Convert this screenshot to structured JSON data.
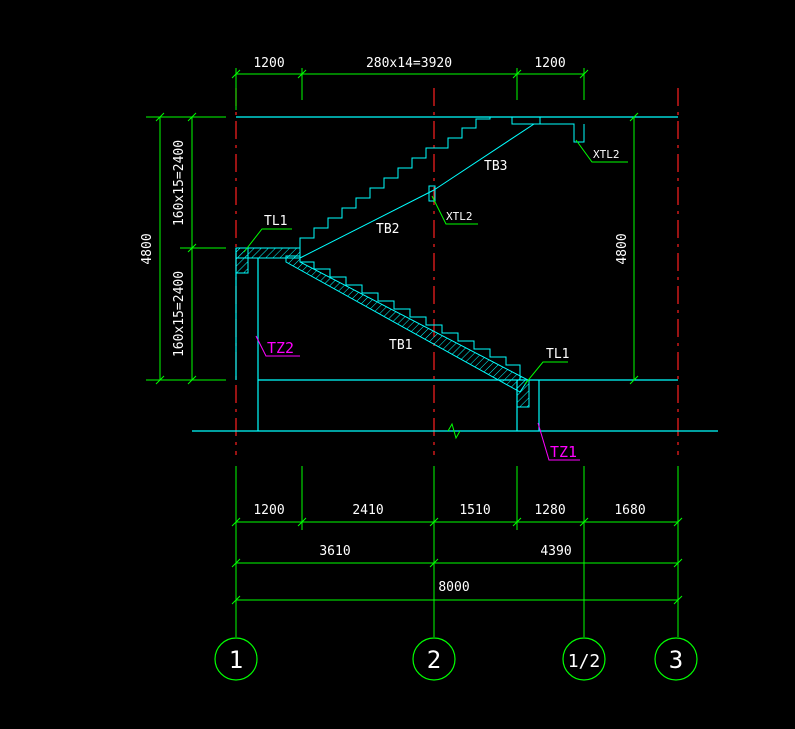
{
  "colors": {
    "background": "#000000",
    "dimension": "#00ff00",
    "structure": "#00ffff",
    "axis": "#ff2020",
    "label": "#ffffff",
    "column_label": "#ff00ff"
  },
  "dims_top": {
    "left": "1200",
    "stairs": "280x14=3920",
    "right": "1200"
  },
  "dims_left": {
    "upper": "160x15=2400",
    "lower": "160x15=2400",
    "total": "4800"
  },
  "dims_right": {
    "total": "4800"
  },
  "dims_bottom_row1": [
    "1200",
    "2410",
    "1510",
    "1280",
    "1680"
  ],
  "dims_bottom_row2": [
    "3610",
    "4390"
  ],
  "dims_bottom_total": "8000",
  "labels": {
    "tl1_top": "TL1",
    "tl1_bottom": "TL1",
    "xtl2_top": "XTL2",
    "xtl2_mid": "XTL2",
    "tb1": "TB1",
    "tb2": "TB2",
    "tb3": "TB3",
    "tz1": "TZ1",
    "tz2": "TZ2"
  },
  "axes": [
    "1",
    "2",
    "1/2",
    "3"
  ]
}
